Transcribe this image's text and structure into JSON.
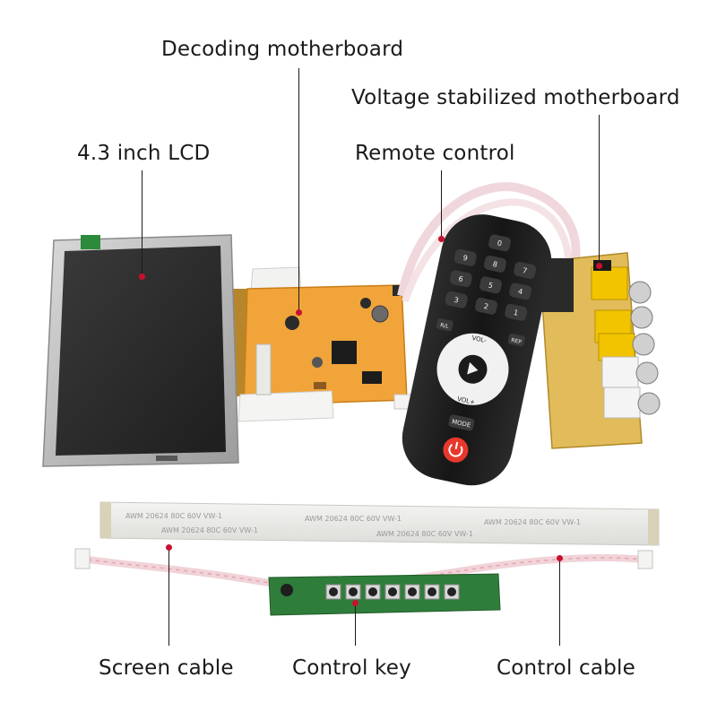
{
  "labels": {
    "decoding_motherboard": "Decoding motherboard",
    "voltage_stabilized_motherboard": "Voltage stabilized motherboard",
    "lcd": "4.3 inch LCD",
    "remote_control": "Remote control",
    "screen_cable": "Screen cable",
    "control_key": "Control key",
    "control_cable": "Control cable"
  },
  "remote": {
    "keys": [
      "0",
      "9",
      "8",
      "7",
      "6",
      "5",
      "4",
      "3",
      "2",
      "1"
    ],
    "rpl": "R/L",
    "rep": "REP",
    "vol_minus": "VOL-",
    "vol_plus": "VOL+",
    "mode": "MODE"
  },
  "ribbon_print": "AWM 20624 80C 60V VW-1",
  "colors": {
    "pcb_orange": "#f0a43a",
    "remote_body": "#1b1b1b",
    "power_red": "#e8382c",
    "lcd_panel": "#2a2a2a",
    "key_board_green": "#2f7d3a",
    "rca_yellow": "#f2c400"
  }
}
